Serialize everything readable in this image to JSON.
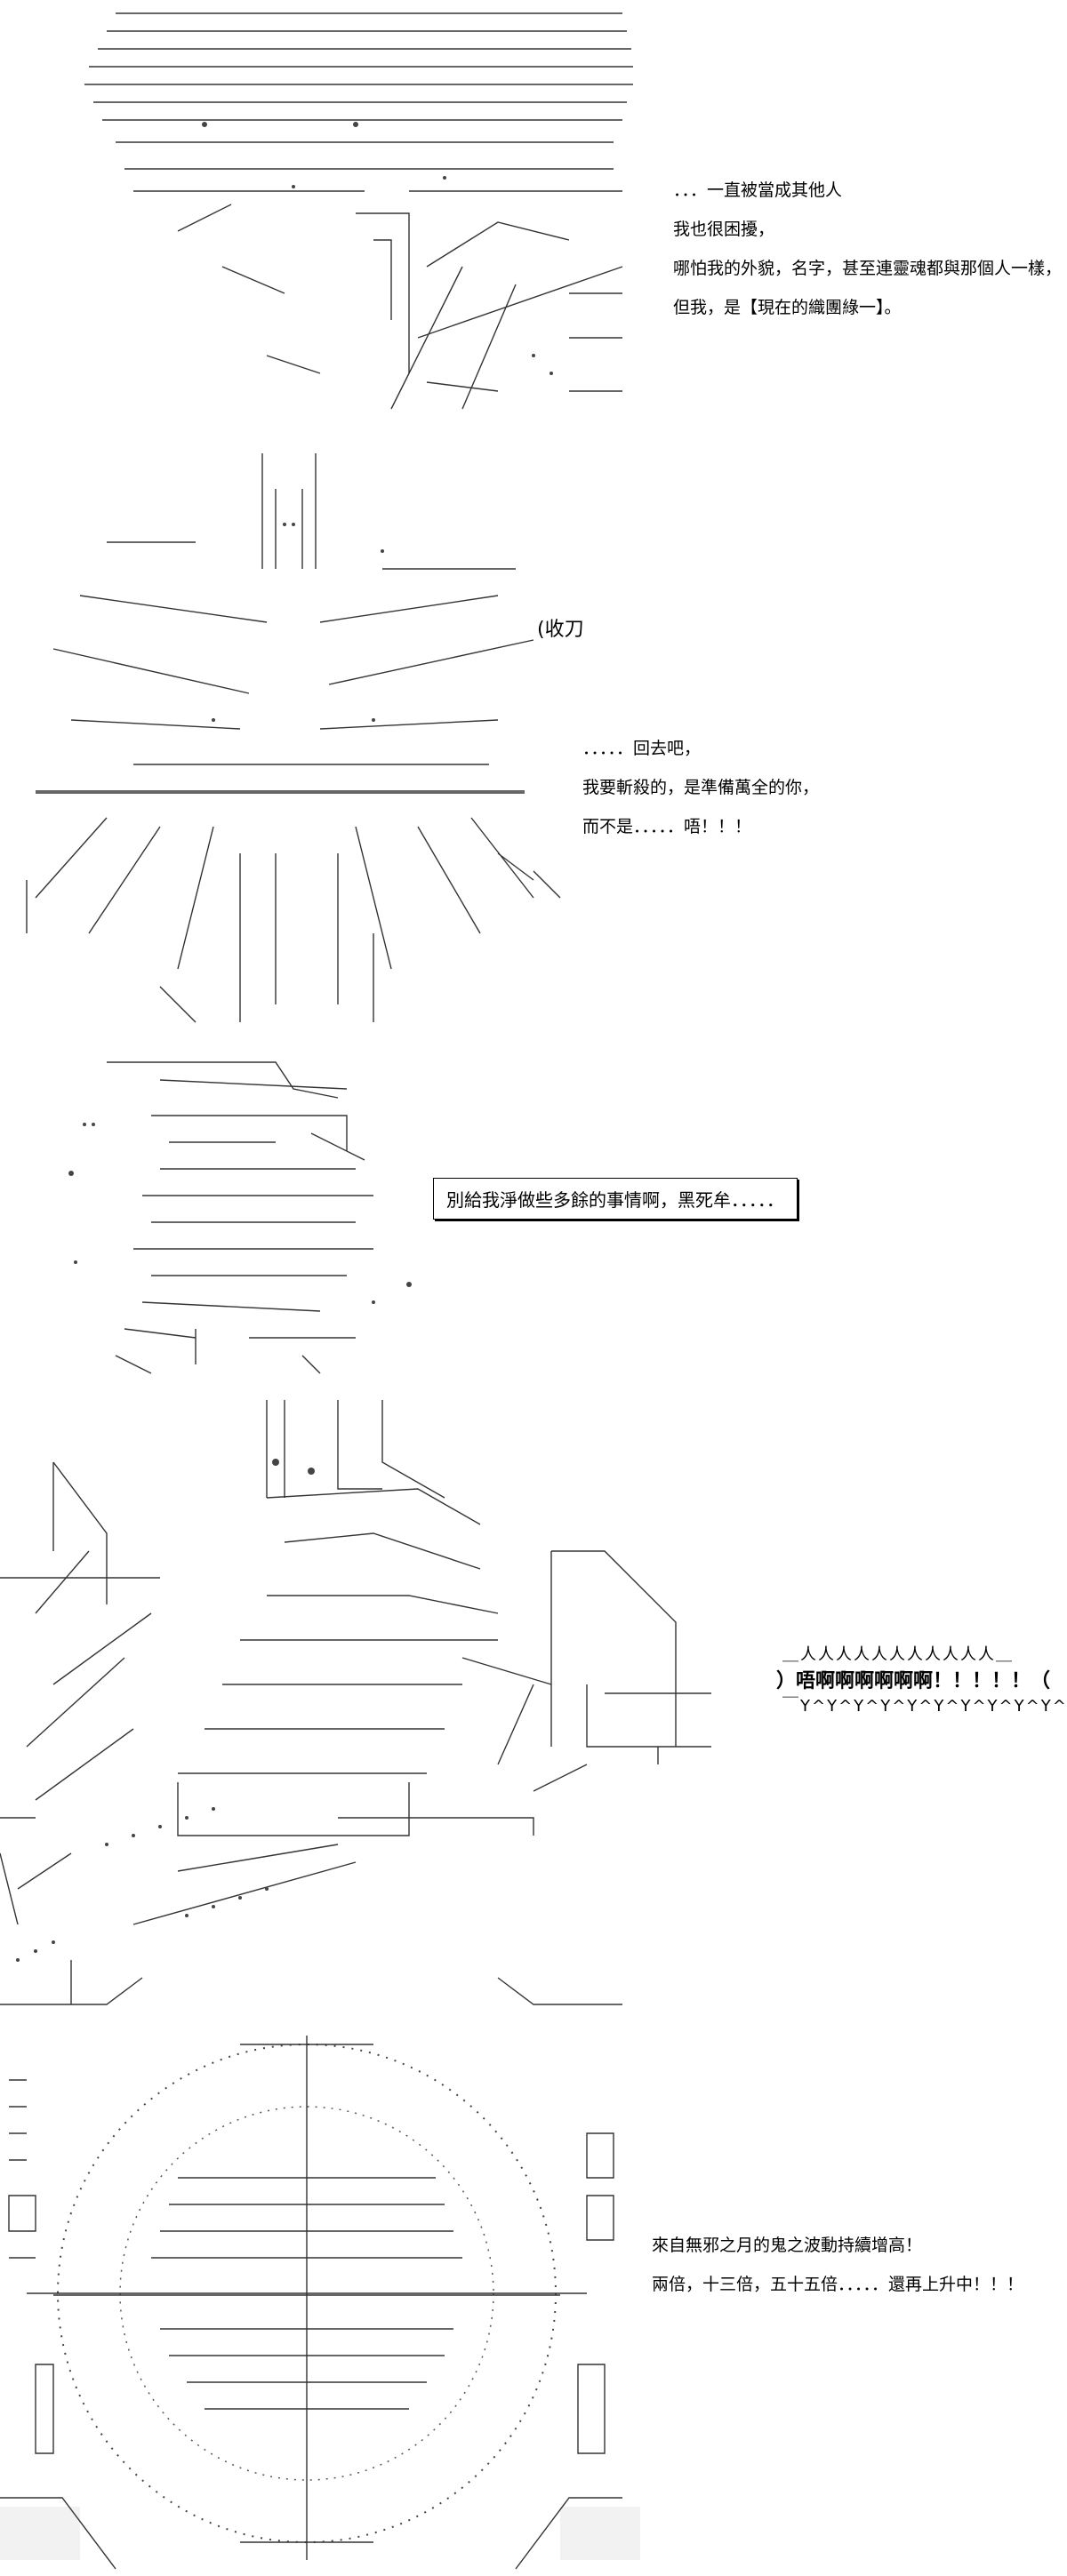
{
  "panel1": {
    "lines": [
      "．．．一直被當成其他人",
      "我也很困擾，",
      "哪怕我的外貌，名字，甚至連靈魂都與那個人一樣，",
      "但我，是【現在的織團綠一】。"
    ]
  },
  "panel2": {
    "side_note": "(收刀",
    "lines": [
      "．．．．．回去吧，",
      "我要斬殺的，是準備萬全的你，",
      "而不是．．．．．唔！！！"
    ]
  },
  "panel3": {
    "speech": "別給我淨做些多餘的事情啊，黑死牟．．．．．"
  },
  "panel4": {
    "shout_top": "＿人人人人人人人人人人人＿",
    "shout": "）唔啊啊啊啊啊啊！！！！！（",
    "shout_bottom": "￣Y^Y^Y^Y^Y^Y^Y^Y^Y^Y^￣"
  },
  "panel5": {
    "lines": [
      "來自無邪之月的鬼之波動持續增高！",
      "兩倍，十三倍，五十五倍．．．．．還再上升中！！！"
    ]
  }
}
